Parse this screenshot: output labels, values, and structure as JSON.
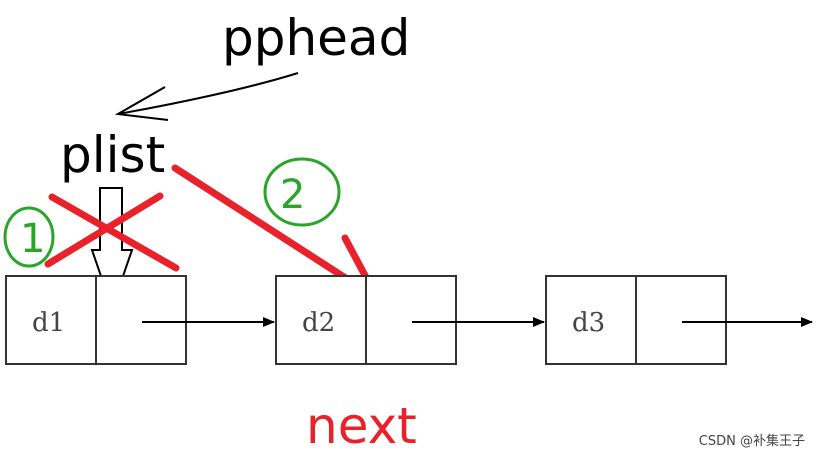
{
  "labels": {
    "pphead": "pphead",
    "plist": "plist",
    "next": "next"
  },
  "nodes": [
    {
      "data": "d1"
    },
    {
      "data": "d2"
    },
    {
      "data": "d3"
    }
  ],
  "annotations": {
    "step_one": "1",
    "step_two": "2"
  },
  "watermark": "CSDN @补集王子",
  "colors": {
    "red": "#e8212b",
    "green": "#2aa52a",
    "black": "#000000"
  }
}
